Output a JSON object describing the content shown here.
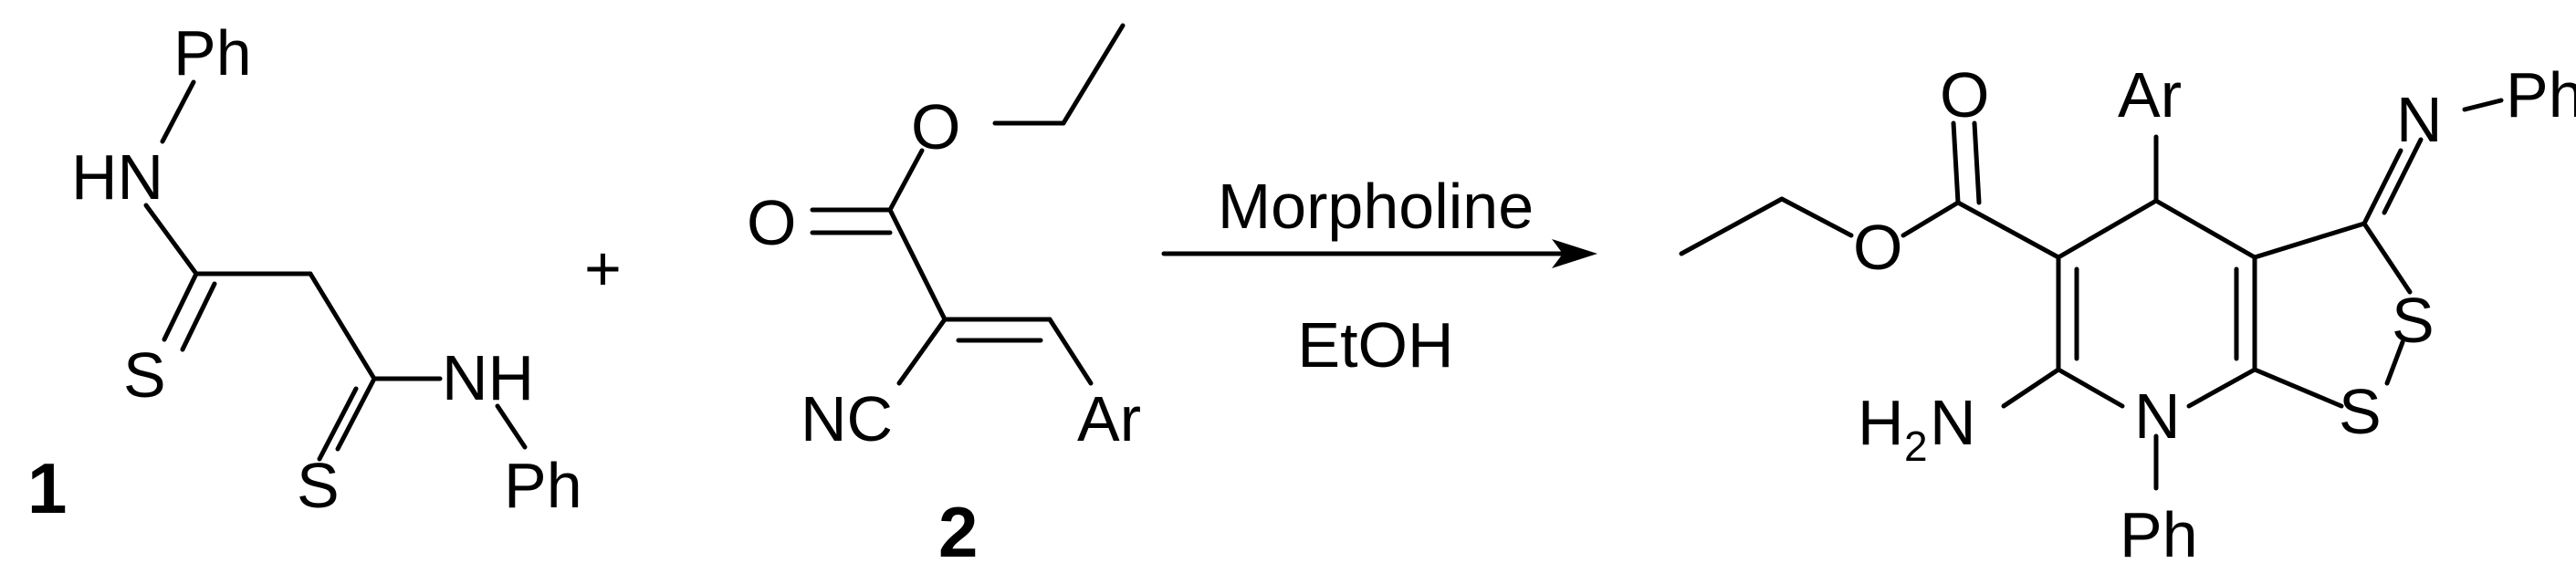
{
  "scheme": {
    "plus_sign": "+",
    "compound1": {
      "number": "1",
      "labels": {
        "ph_top": "Ph",
        "hn": "HN",
        "s_left": "S",
        "nh": "NH",
        "s_right": "S",
        "ph_bottom": "Ph"
      }
    },
    "compound2": {
      "number": "2",
      "labels": {
        "o_ester": "O",
        "o_carbonyl": "O",
        "nc": "NC",
        "ar": "Ar"
      }
    },
    "reaction": {
      "reagent": "Morpholine",
      "solvent": "EtOH"
    },
    "product": {
      "labels": {
        "o_carbonyl": "O",
        "ar": "Ar",
        "imine_n": "N",
        "imine_ph": "Ph",
        "o_ester": "O",
        "s_upper": "S",
        "s_lower": "S",
        "h": "H",
        "h_subscript": "2",
        "n_amine": "N",
        "n_ring": "N",
        "n_ph": "Ph"
      }
    }
  }
}
